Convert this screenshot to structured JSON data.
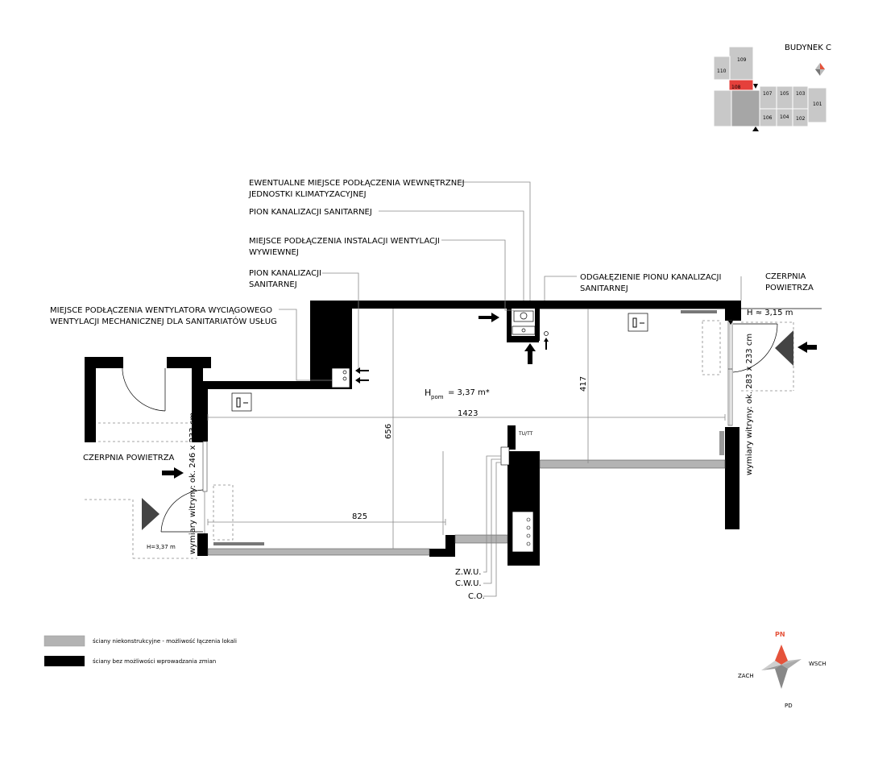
{
  "key_plan": {
    "building_label": "BUDYNEK C",
    "units": [
      "109",
      "110",
      "108",
      "107",
      "105",
      "103",
      "101",
      "106",
      "104",
      "102"
    ],
    "highlight_unit": "108",
    "highlight_color": "#e5403b",
    "unit_fill": "#c8c8c8"
  },
  "annotations": {
    "ac_connection": [
      "EWENTUALNE MIEJSCE PODŁĄCZENIA WEWNĘTRZNEJ",
      "JEDNOSTKI KLIMATYZACYJNEJ"
    ],
    "sewage_riser_1": "PION KANALIZACJI SANITARNEJ",
    "exhaust_vent": [
      "MIEJSCE PODŁĄCZENIA INSTALACJI WENTYLACJI",
      "WYWIEWNEJ"
    ],
    "sewage_riser_2": [
      "PION KANALIZACJI",
      "SANITARNEJ"
    ],
    "fan_connection": [
      "MIEJSCE PODŁĄCZENIA WENTYLATORA WYCIĄGOWEGO",
      "WENTYLACJI MECHANICZNEJ DLA SANITARIATÓW USŁUG"
    ],
    "sewage_branch": [
      "ODGAŁĘZIENIE PIONU KANALIZACJI",
      "SANITARNEJ"
    ],
    "air_intake_right": [
      "CZERPNIA",
      "POWIETRZA"
    ],
    "air_intake_left": "CZERPNIA POWIETRZA",
    "height_right": "H ≈ 3,15 m",
    "height_left": "H=3,37 m",
    "room_height": "H",
    "room_height_sub": "pom",
    "room_height_value": "= 3,37 m*",
    "window_right": "wymiary witryny: ok. 283 x 233 cm",
    "window_left": "wymiary witryny: ok. 246 x 233 cm",
    "tu_tt": "TU/TT",
    "zwu": "Z.W.U.",
    "cwu": "C.W.U.",
    "co": "C.O."
  },
  "dimensions": {
    "width_total": "1423",
    "depth": "656",
    "depth_right": "417",
    "width_lower": "825"
  },
  "legend": [
    {
      "label": "ściany niekonstrukcyjne - możliwość łączenia lokali",
      "color": "#b3b3b3"
    },
    {
      "label": "ściany bez możliwości wprowadzania zmian",
      "color": "#000000"
    }
  ],
  "compass": {
    "north": "PN",
    "east": "WSCH",
    "west": "ZACH",
    "south": "PD",
    "north_color": "#e5533b"
  }
}
